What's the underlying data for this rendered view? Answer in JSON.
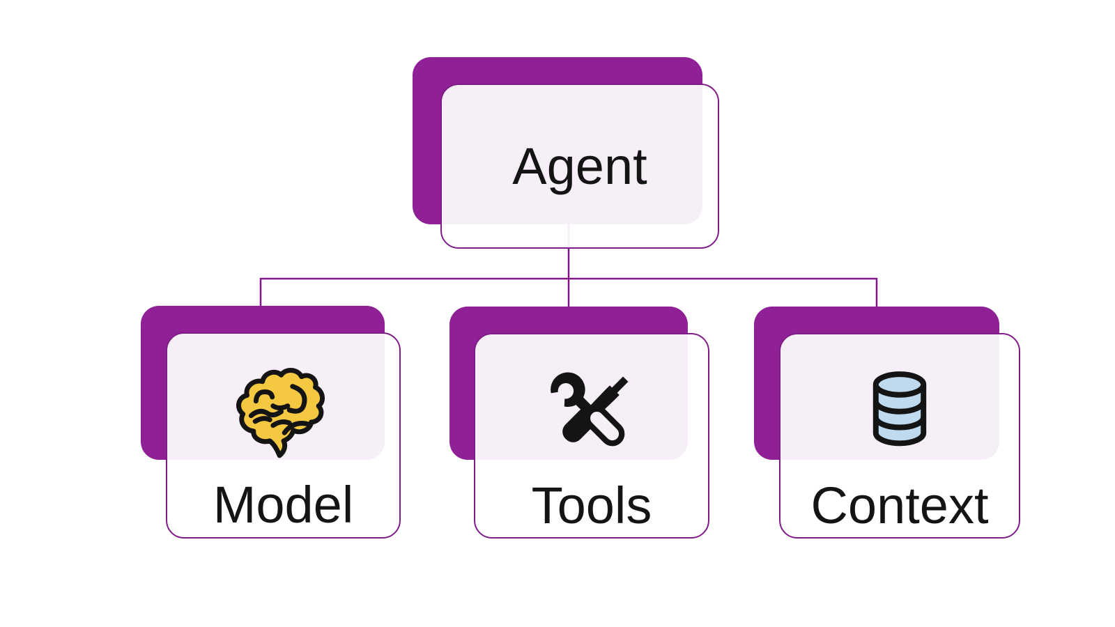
{
  "diagram": {
    "root": {
      "label": "Agent"
    },
    "children": [
      {
        "label": "Model",
        "icon": "brain-icon"
      },
      {
        "label": "Tools",
        "icon": "tools-icon"
      },
      {
        "label": "Context",
        "icon": "database-icon"
      }
    ],
    "colors": {
      "background": "#ffffff",
      "back_card_purple": "#8F2096",
      "card_border_purple": "#7F1C88",
      "connector_purple": "#83158B",
      "front_card_tint": "rgba(255,255,255,0.93)",
      "card_fill_overlap": "#F7EFF7",
      "label_text": "#141414",
      "icon_black": "#141414",
      "brain_yellow": "#F5C842",
      "database_blue": "#BFD9EE"
    }
  }
}
